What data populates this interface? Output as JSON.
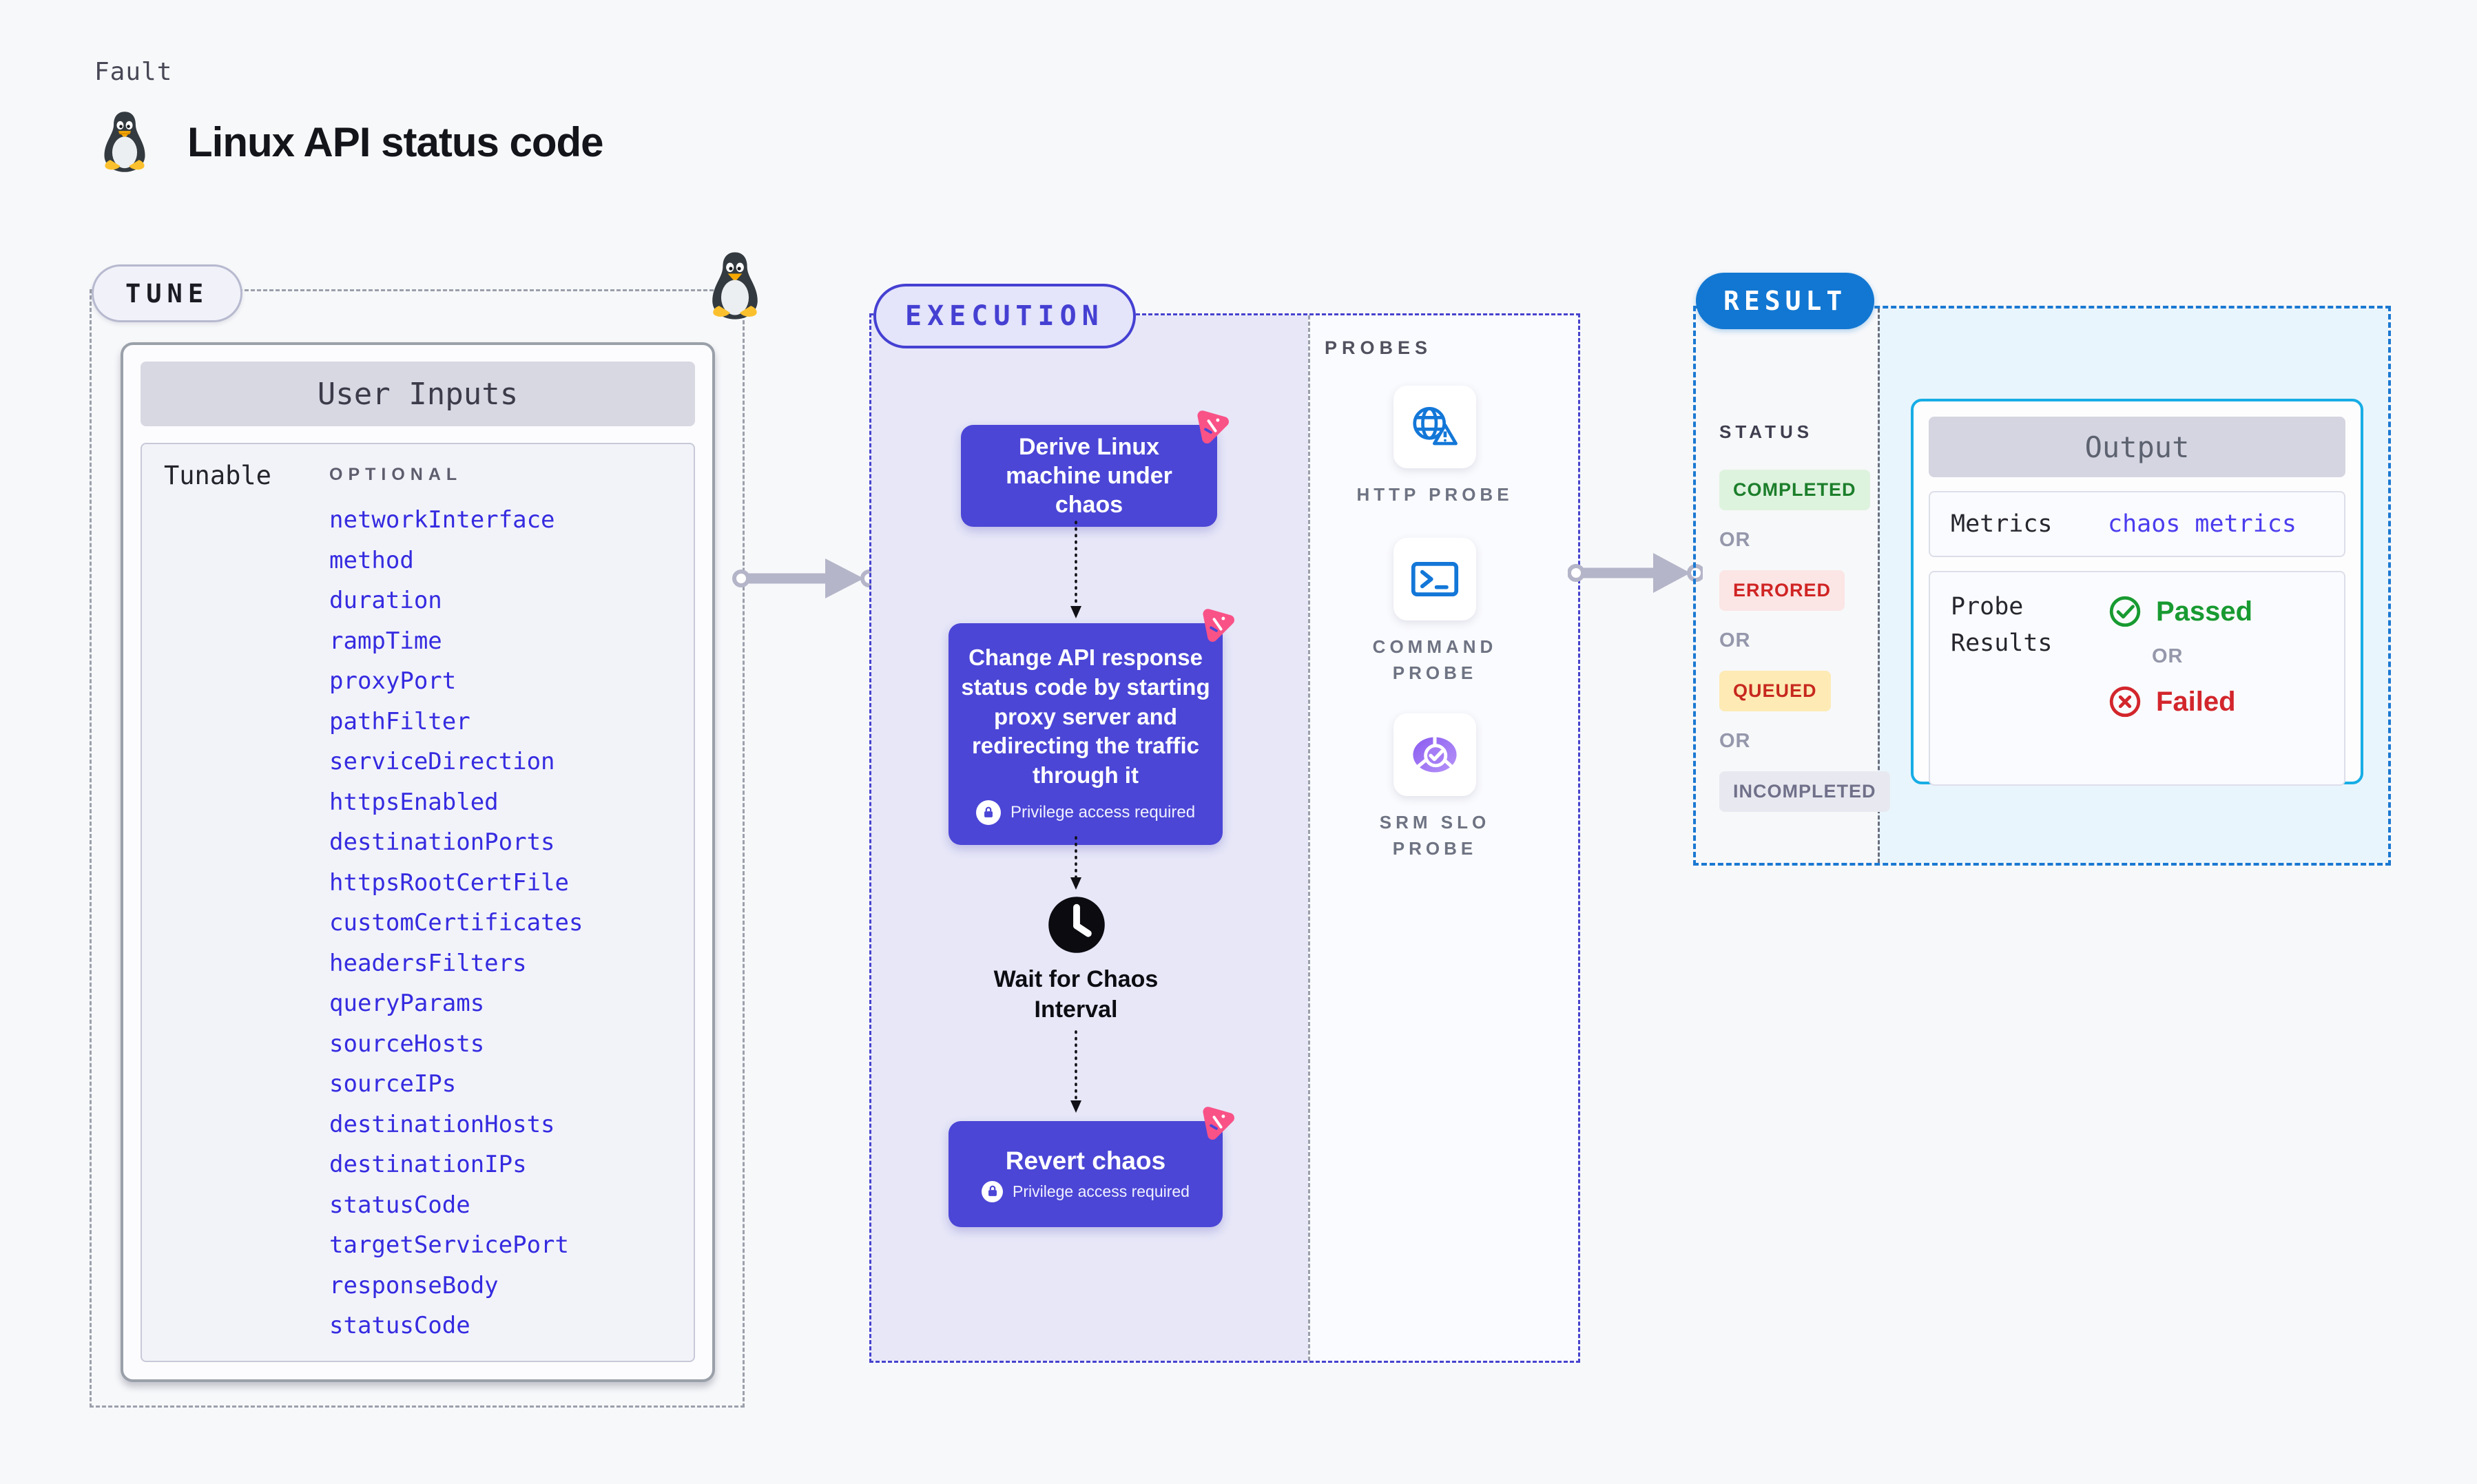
{
  "page": {
    "kicker": "Fault",
    "title": "Linux API status code"
  },
  "tune": {
    "badge": "TUNE",
    "panel_title": "User Inputs",
    "row_label": "Tunable",
    "optional_label": "OPTIONAL",
    "tunables": [
      "networkInterface",
      "method",
      "duration",
      "rampTime",
      "proxyPort",
      "pathFilter",
      "serviceDirection",
      "httpsEnabled",
      "destinationPorts",
      "httpsRootCertFile",
      "customCertificates",
      "headersFilters",
      "queryParams",
      "sourceHosts",
      "sourceIPs",
      "destinationHosts",
      "destinationIPs",
      "statusCode",
      "targetServicePort",
      "responseBody",
      "statusCode"
    ]
  },
  "execution": {
    "badge": "EXECUTION",
    "step1": "Derive Linux machine under chaos",
    "step2": "Change API response status code by starting proxy server and redirecting the traffic through it",
    "step2_note": "Privilege access required",
    "wait_label": "Wait for Chaos Interval",
    "step3": "Revert chaos",
    "step3_note": "Privilege access required"
  },
  "probes": {
    "title": "PROBES",
    "items": [
      {
        "name": "HTTP PROBE",
        "icon": "globe-alert-icon"
      },
      {
        "name": "COMMAND PROBE",
        "icon": "terminal-icon"
      },
      {
        "name": "SRM SLO PROBE",
        "icon": "slo-donut-icon"
      }
    ]
  },
  "result": {
    "badge": "RESULT",
    "status_title": "STATUS",
    "or_label": "OR",
    "statuses": [
      {
        "label": "COMPLETED",
        "bg": "#def3de",
        "fg": "#1c7e2b"
      },
      {
        "label": "ERRORED",
        "bg": "#fbe5e5",
        "fg": "#d02424"
      },
      {
        "label": "QUEUED",
        "bg": "#fdeab5",
        "fg": "#c7281e"
      },
      {
        "label": "INCOMPLETED",
        "bg": "#e8e9f0",
        "fg": "#70708a"
      }
    ],
    "output": {
      "title": "Output",
      "metrics_label": "Metrics",
      "metrics_value": "chaos metrics",
      "probe_results_label": "Probe Results",
      "passed_label": "Passed",
      "failed_label": "Failed"
    }
  },
  "colors": {
    "page_bg": "#f7f8fa",
    "node_indigo": "#4b46d6",
    "execution_border": "#4540d2",
    "execution_fill": "#e7e7f8",
    "tune_border": "#9ba0ab",
    "result_blue": "#1277d2",
    "output_border": "#17ade5",
    "output_fill": "#e9f5fc",
    "tunable_link": "#352be0",
    "metrics_link": "#4b3cee",
    "passed_green": "#189a31",
    "failed_red": "#d2262c",
    "chaos_pink": "#f95287",
    "probe_icon_blue": "#1377d8",
    "srm_purple": "#9a6cf3",
    "arrow_gray": "#b5b5c9"
  }
}
